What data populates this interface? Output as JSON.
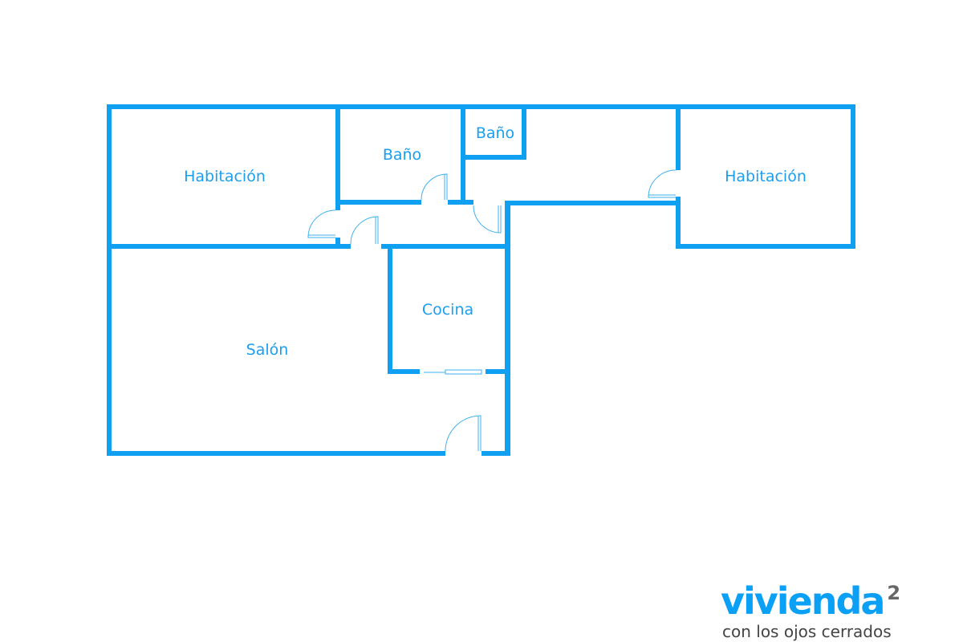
{
  "rooms": {
    "habitacion_left": "Habitación",
    "bano_1": "Baño",
    "bano_2": "Baño",
    "habitacion_right": "Habitación",
    "cocina": "Cocina",
    "salon": "Salón"
  },
  "logo": {
    "brand": "vivienda",
    "superscript": "2",
    "tagline": "con los ojos cerrados"
  },
  "colors": {
    "wall": "#0fa0f2",
    "door": "#3fb0ef",
    "logo_gray": "#666666"
  }
}
